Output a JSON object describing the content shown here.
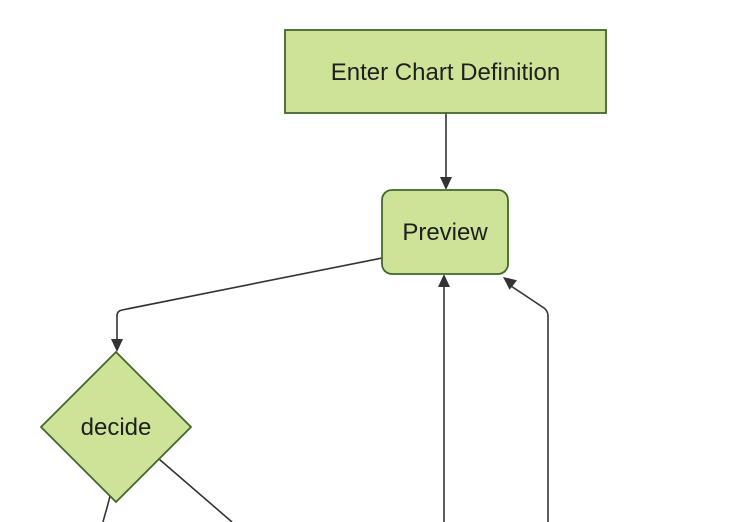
{
  "diagram": {
    "type": "flowchart",
    "orientation": "cropped-view",
    "style": {
      "background": "#ffffff",
      "node_fill": "#cde498",
      "node_border": "#41682a",
      "edge_color": "#333333",
      "text_color": "#1f1f1f"
    },
    "nodes": [
      {
        "id": "enter-chart-definition",
        "label": "Enter Chart Definition",
        "shape": "rectangle"
      },
      {
        "id": "preview",
        "label": "Preview",
        "shape": "rounded-rectangle"
      },
      {
        "id": "decide",
        "label": "decide",
        "shape": "diamond"
      }
    ],
    "edges": [
      {
        "from": "enter-chart-definition",
        "to": "preview",
        "arrow": true
      },
      {
        "from": "preview",
        "to": "decide",
        "arrow": true
      },
      {
        "from": "offscreen-bottom-center",
        "to": "preview",
        "arrow": true
      },
      {
        "from": "offscreen-bottom-right",
        "to": "preview",
        "arrow": true
      },
      {
        "from": "decide",
        "to": "offscreen-bottom-left",
        "arrow": false
      },
      {
        "from": "decide",
        "to": "offscreen-bottom",
        "arrow": false
      }
    ]
  }
}
